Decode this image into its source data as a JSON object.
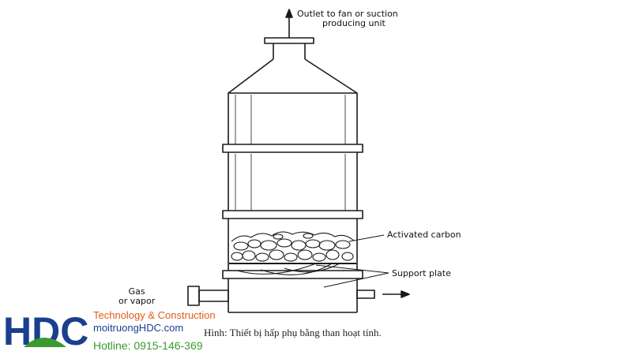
{
  "diagram": {
    "labels": {
      "outlet": [
        "Outlet to fan or suction",
        "producing unit"
      ],
      "activated_carbon": "Activated carbon",
      "support_plate": "Support plate",
      "inlet": [
        "Gas",
        "or vapor"
      ]
    },
    "caption": "Hình: Thiết bị hấp phụ bằng than hoạt tính."
  },
  "logo": {
    "brand": "HDC",
    "tagline": "Technology & Construction",
    "website": "moitruongHDC.com",
    "hotline": "Hotline: 0915-146-369",
    "colors": {
      "blue": "#1a3f8f",
      "orange": "#e25a1c",
      "green": "#3a9a2e"
    }
  }
}
